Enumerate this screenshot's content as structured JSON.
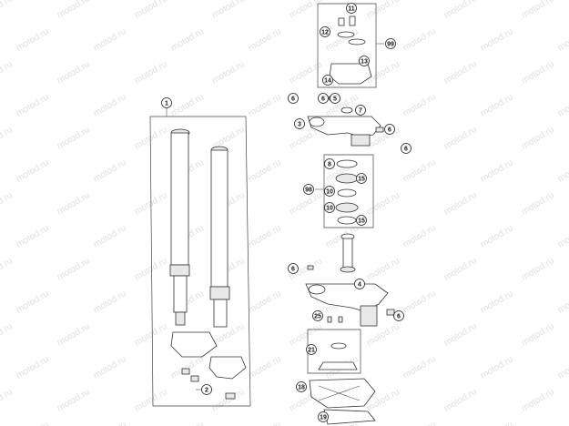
{
  "watermark": "motod.ru",
  "callouts": {
    "c1": "1",
    "c2": "2",
    "c3": "3",
    "c4": "4",
    "c5": "5",
    "c6a": "6",
    "c6b": "6",
    "c6c": "6",
    "c6d": "6",
    "c6e": "6",
    "c6f": "6",
    "c7": "7",
    "c8": "8",
    "c10a": "10",
    "c10b": "10",
    "c11": "11",
    "c12": "12",
    "c13": "13",
    "c14": "14",
    "c15a": "15",
    "c15b": "15",
    "c18": "18",
    "c19": "19",
    "c21": "21",
    "c25": "25",
    "c98": "98",
    "c99": "99"
  },
  "colors": {
    "line": "#333333",
    "watermark": "#e0e0e0",
    "background": "#ffffff"
  }
}
